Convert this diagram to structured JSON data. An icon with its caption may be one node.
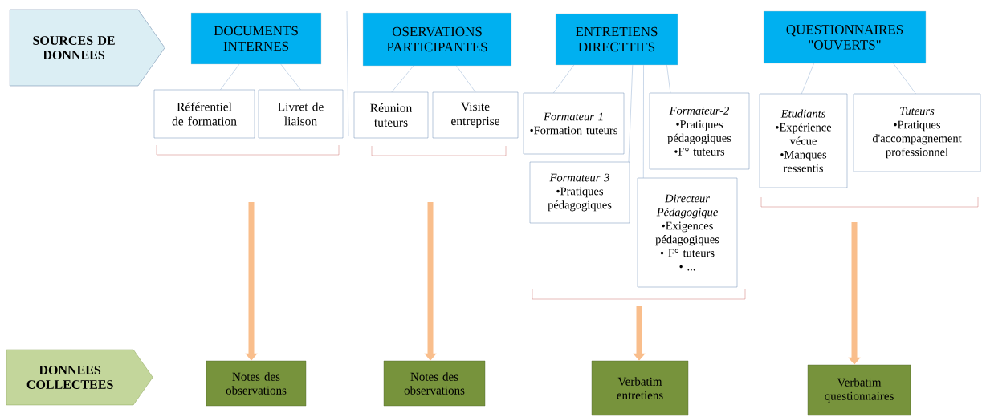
{
  "diagram": {
    "nodes": [
      {
        "text": [
          "SOURCES DE DONNEES"
        ]
      },
      {
        "text": [
          "DOCUMENTS INTERNES"
        ]
      },
      {
        "text": [
          "Référentiel de formation"
        ]
      },
      {
        "text": [
          "Livret de liaison"
        ]
      },
      {
        "text": [
          "OSERVATIONS PARTICIPANTES"
        ]
      },
      {
        "text": [
          "Réunion tuteurs"
        ]
      },
      {
        "text": [
          "Visite entreprise"
        ]
      },
      {
        "text": [
          "ENTRETIENS DIRECTTIFS"
        ]
      },
      {
        "text": [
          "Formateur 1",
          "•Formation tuteurs"
        ]
      },
      {
        "text": [
          "Formateur-2",
          "•Pratiques pédagogiques",
          "•F° tuteurs"
        ]
      },
      {
        "text": [
          "Formateur 3",
          "•Pratiques pédagogiques"
        ]
      },
      {
        "text": [
          "Directeur Pédagogique",
          "•Exigences pédagogiques",
          "• F° tuteurs",
          "• ..."
        ]
      },
      {
        "text": [
          "QUESTIONNAIRES \"OUVERTS\""
        ]
      },
      {
        "text": [
          "Etudiants",
          "•Expérience vécue",
          "•Manques ressentis"
        ]
      },
      {
        "text": [
          "Tuteurs",
          "•Pratiques d'accompagnement professionnel"
        ]
      },
      {
        "text": [
          "DONNEES COLLECTEES"
        ]
      },
      {
        "text": [
          "Notes des observations"
        ]
      },
      {
        "text": [
          "Notes des observations"
        ]
      },
      {
        "text": [
          "Verbatim entretiens"
        ]
      },
      {
        "text": [
          "Verbatim questionnaires"
        ]
      }
    ],
    "edges": [
      {
        "from": 1,
        "to": 2,
        "arrow": "none"
      },
      {
        "from": 1,
        "to": 3,
        "arrow": "none"
      },
      {
        "from": 4,
        "to": 5,
        "arrow": "none"
      },
      {
        "from": 4,
        "to": 6,
        "arrow": "none"
      },
      {
        "from": 7,
        "to": 8,
        "arrow": "none"
      },
      {
        "from": 7,
        "to": 10,
        "arrow": "none"
      },
      {
        "from": 7,
        "to": 11,
        "arrow": "none"
      },
      {
        "from": 7,
        "to": 9,
        "arrow": "none"
      },
      {
        "from": 12,
        "to": 13,
        "arrow": "none"
      },
      {
        "from": 12,
        "to": 14,
        "arrow": "none"
      },
      {
        "from": null,
        "to": 16,
        "arrow": "to",
        "style": "thick",
        "color": "#f9be8c"
      },
      {
        "from": null,
        "to": 17,
        "arrow": "to",
        "style": "thick",
        "color": "#f9be8c"
      },
      {
        "from": null,
        "to": 18,
        "arrow": "to",
        "style": "thick",
        "color": "#f9be8c"
      },
      {
        "from": null,
        "to": 19,
        "arrow": "to",
        "style": "thick",
        "color": "#f9be8c"
      }
    ]
  }
}
